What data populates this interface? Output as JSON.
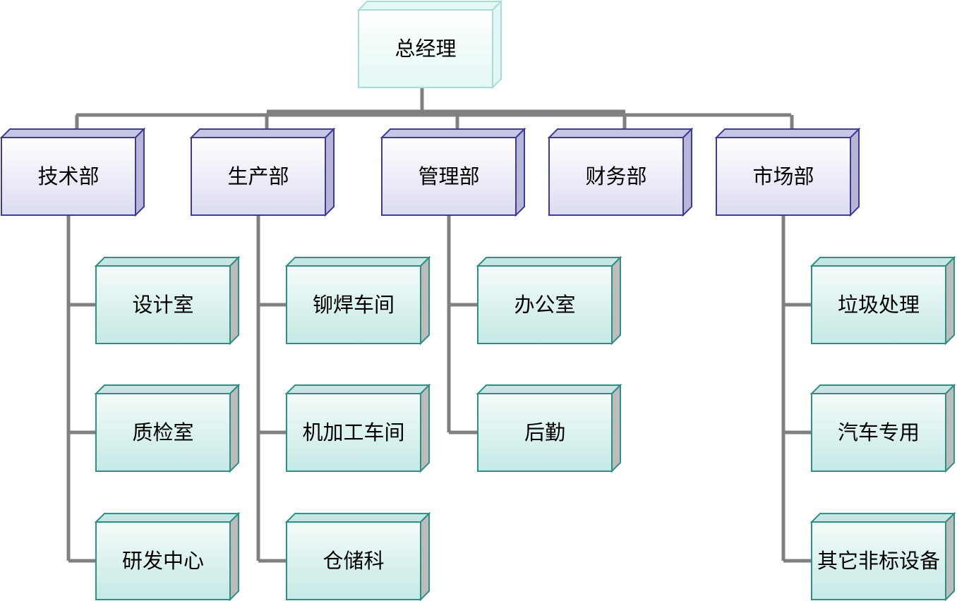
{
  "colors": {
    "connector": "#808080",
    "root_fill_top": "#ffffff",
    "root_fill_bottom": "#e3f7f5",
    "root_border": "#a9dcd8",
    "dept_fill_top": "#ffffff",
    "dept_fill_bottom": "#dcdcf2",
    "dept_border": "#3d3b95",
    "dept_top_face": "#c7c6e6",
    "dept_side_face": "#b7b6d6",
    "sub_fill_top": "#f4fbfa",
    "sub_fill_bottom": "#c5e9e5",
    "sub_border": "#2e8f85",
    "sub_top_face": "#c4e7e3",
    "sub_side_face": "#bcbcbc"
  },
  "org": {
    "root": "总经理",
    "departments": [
      {
        "name": "技术部",
        "children": [
          "设计室",
          "质检室",
          "研发中心"
        ]
      },
      {
        "name": "生产部",
        "children": [
          "铆焊车间",
          "机加工车间",
          "仓储科"
        ]
      },
      {
        "name": "管理部",
        "children": [
          "办公室",
          "后勤"
        ]
      },
      {
        "name": "财务部",
        "children": []
      },
      {
        "name": "市场部",
        "children": [
          "垃圾处理",
          "汽车专用",
          "其它非标设备"
        ]
      }
    ]
  }
}
